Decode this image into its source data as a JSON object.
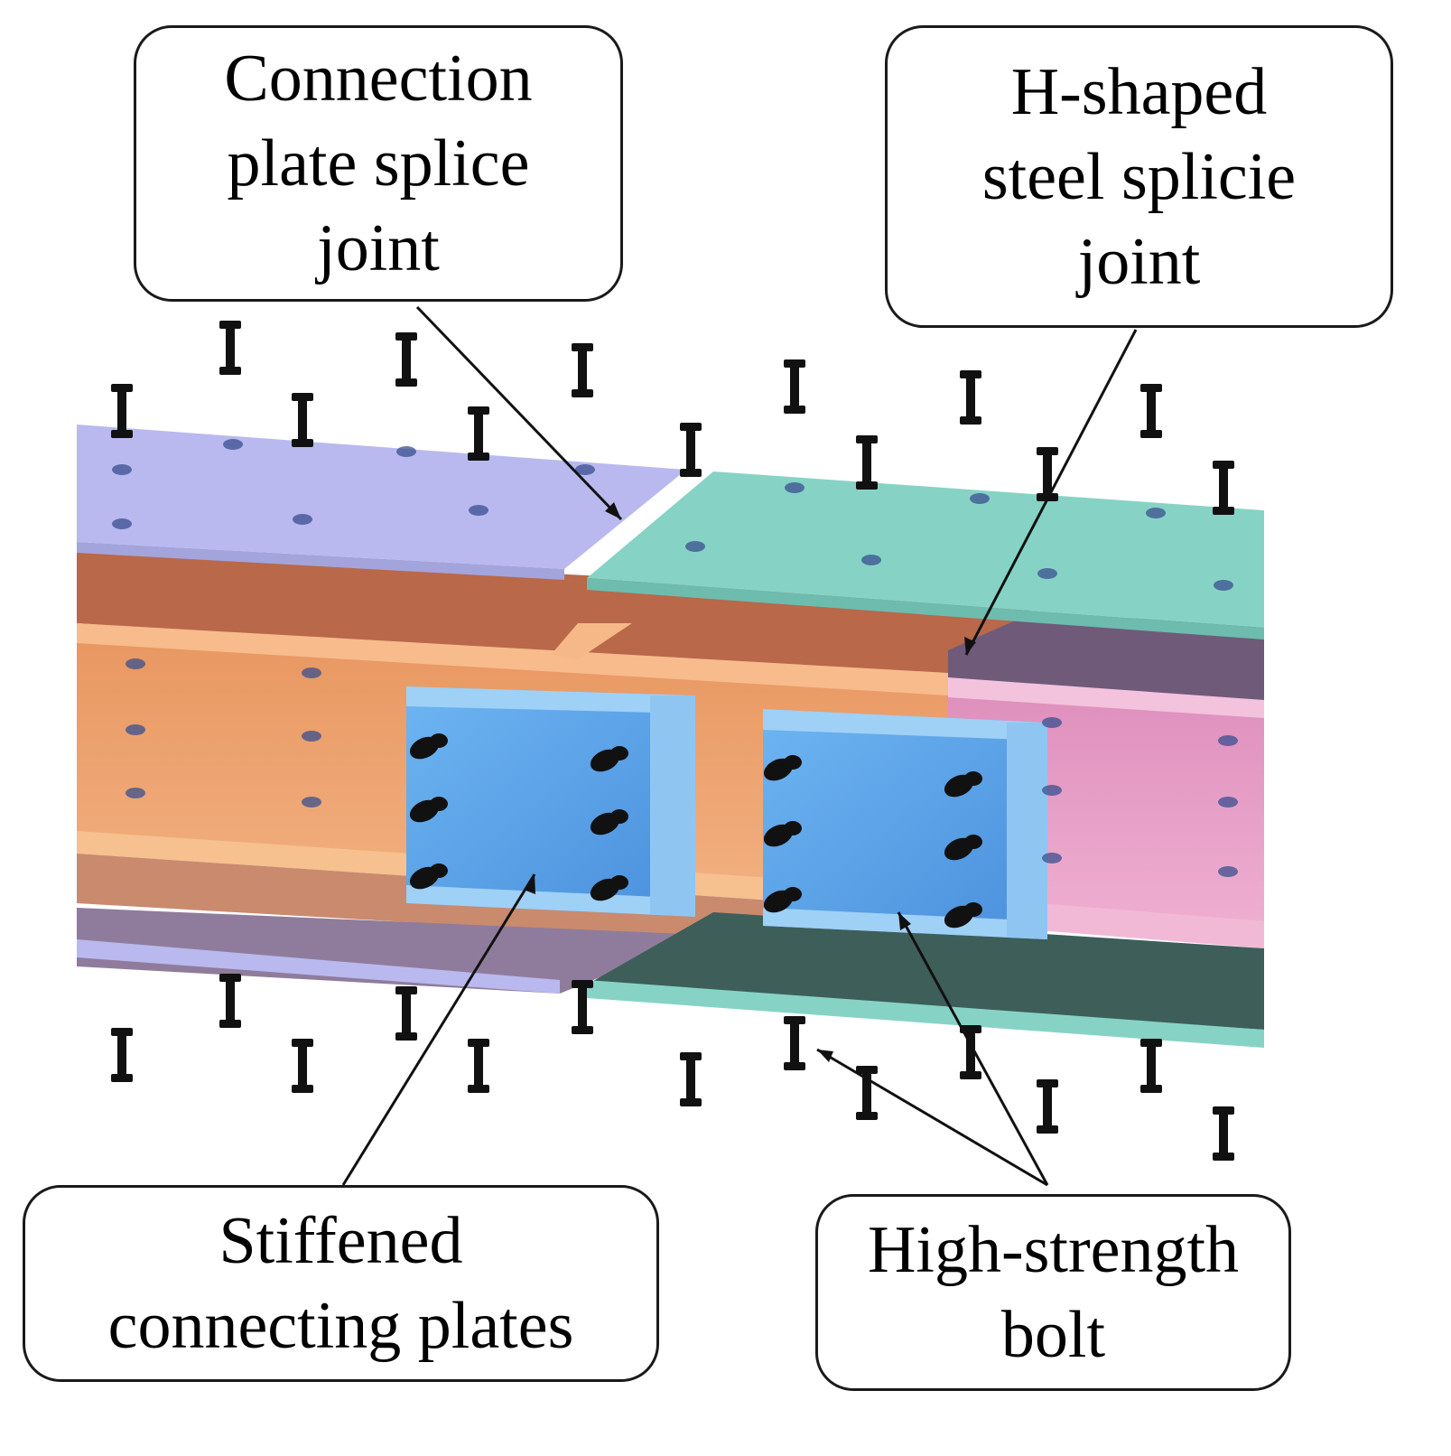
{
  "labels": {
    "connection_plate_splice": [
      "Connection",
      "plate splice",
      "joint"
    ],
    "h_shaped_splice": [
      "H-shaped",
      "steel splicie",
      "joint"
    ],
    "stiffened_plates": [
      "Stiffened",
      "connecting plates"
    ],
    "high_strength_bolt": [
      "High-strength",
      "bolt"
    ]
  },
  "colors": {
    "left_flange_plate": "#b9b9ef",
    "right_flange_plate": "#86d3c6",
    "left_beam": "#e59a6a",
    "right_beam": "#e6a3c8",
    "stiffened_plate": "#5fa8ea",
    "bolt": "#111111"
  }
}
